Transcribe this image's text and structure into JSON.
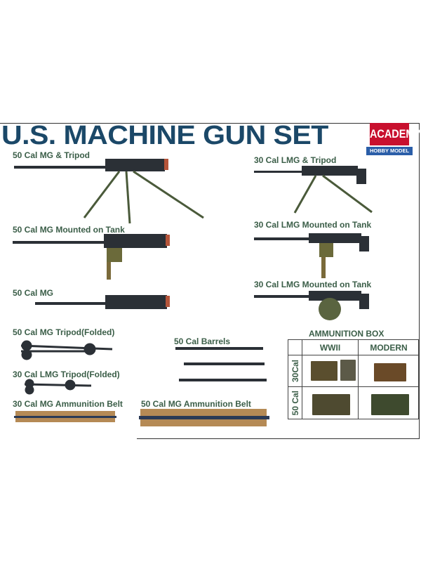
{
  "title": "U.S. MACHINE GUN SET",
  "logo": {
    "brand": "ACADEMY",
    "tagline": "HOBBY MODEL KITS",
    "colors": {
      "red": "#c8102e",
      "blue": "#2b5ea8"
    }
  },
  "items": [
    {
      "label": "50 Cal MG & Tripod"
    },
    {
      "label": "30 Cal LMG & Tripod"
    },
    {
      "label": "50 Cal MG Mounted on Tank"
    },
    {
      "label": "30 Cal LMG Mounted on Tank"
    },
    {
      "label": "50 Cal MG"
    },
    {
      "label": "30 Cal LMG Mounted on Tank"
    },
    {
      "label": "50 Cal MG Tripod(Folded)"
    },
    {
      "label": "50 Cal Barrels"
    },
    {
      "label": "30 Cal LMG Tripod(Folded)"
    },
    {
      "label": "30 Cal MG Ammunition Belt"
    },
    {
      "label": "50 Cal MG Ammunition Belt"
    }
  ],
  "ammo_box": {
    "title": "AMMUNITION BOX",
    "columns": [
      "WWII",
      "MODERN"
    ],
    "rows": [
      "30Cal",
      "50 Cal"
    ]
  },
  "colors": {
    "title": "#1b4868",
    "labels": "#3b5e48"
  }
}
